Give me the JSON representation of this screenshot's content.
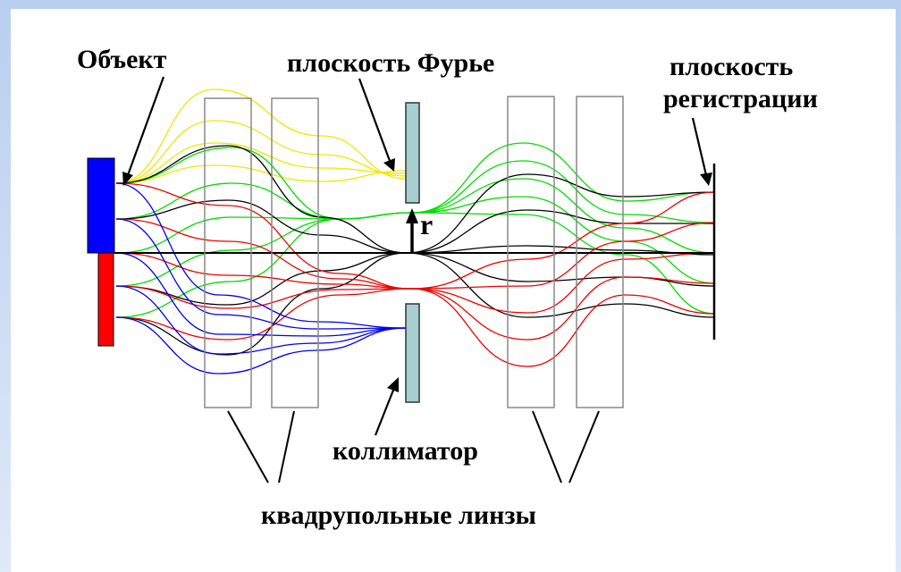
{
  "labels": {
    "object": "Объект",
    "fourier_plane": "плоскость Фурье",
    "registration_plane_line1": "плоскость",
    "registration_plane_line2": "регистрации",
    "collimator": "коллиматор",
    "quadrupole_lenses": "квадрупольные линзы",
    "r_marker": "r"
  },
  "colors": {
    "background_gradient_top": "#b9cff0",
    "panel": "#ffffff",
    "object_upper": "#0000ff",
    "object_lower": "#ff0000",
    "collimator_fill": "#a6cfd0",
    "ray_yellow": "#f2e600",
    "ray_green": "#00dd00",
    "ray_black": "#000000",
    "ray_red": "#ee0000",
    "ray_blue": "#0000ee"
  }
}
